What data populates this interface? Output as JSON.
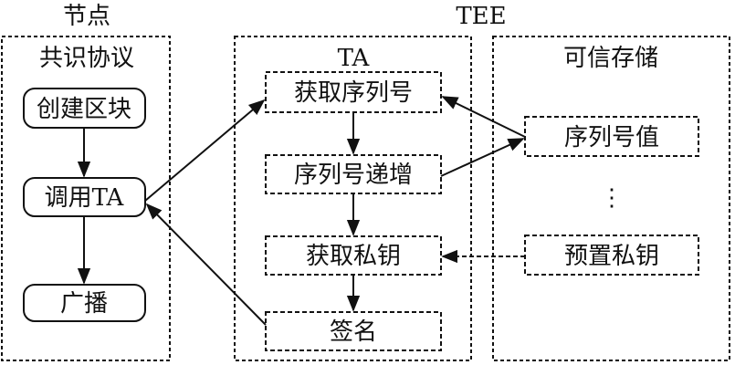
{
  "node": {
    "title": "节点",
    "group_label": "共识协议",
    "steps": {
      "create_block": "创建区块",
      "call_ta": "调用TA",
      "broadcast": "广播"
    }
  },
  "tee": {
    "title": "TEE",
    "ta": {
      "label": "TA",
      "steps": {
        "get_serial": "获取序列号",
        "serial_inc": "序列号递增",
        "get_key": "获取私钥",
        "sign": "签名"
      }
    },
    "storage": {
      "label": "可信存储",
      "items": {
        "serial_value": "序列号值",
        "ellipsis": "⋮",
        "preset_key": "预置私钥"
      }
    }
  },
  "colors": {
    "line": "#111111",
    "background": "#ffffff"
  }
}
